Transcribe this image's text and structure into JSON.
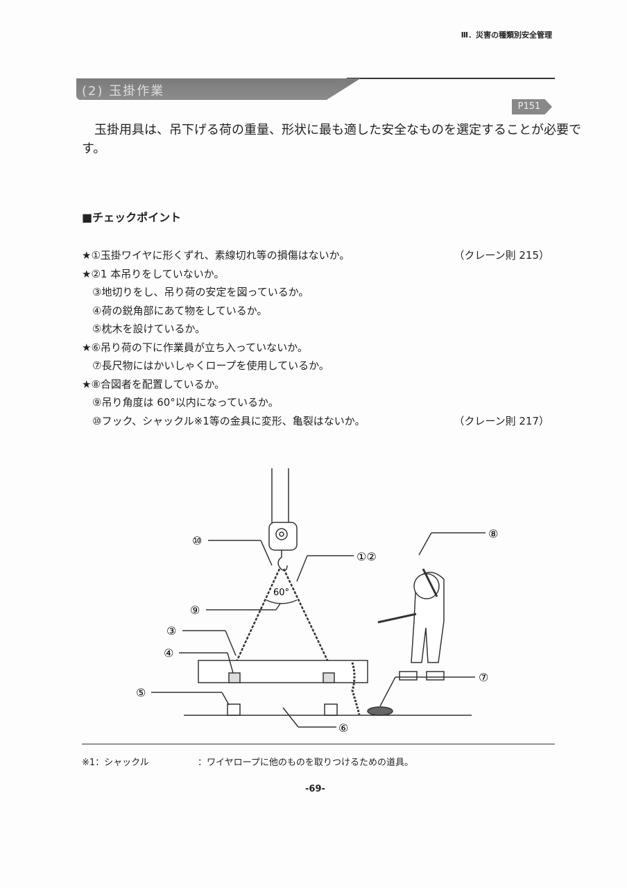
{
  "header": "Ⅲ．災害の種類別安全管理",
  "section_title": "(2) 玉掛作業",
  "page_ref": "P151",
  "intro": [
    "　玉掛用具は、吊下げる荷の重量、形状に最も適した安全なものを選定することが必要で",
    "す。"
  ],
  "checkpoint_heading": "■チェックポイント",
  "items": [
    {
      "text": "★①玉掛ワイヤに形くずれ、素線切れ等の損傷はないか。",
      "law": "（クレーン則 215）"
    },
    {
      "text": "★②1 本吊りをしていないか。"
    },
    {
      "text": "　③地切りをし、吊り荷の安定を図っているか。"
    },
    {
      "text": "　④荷の鋭角部にあて物をしているか。"
    },
    {
      "text": "　⑤枕木を設けているか。"
    },
    {
      "text": "★⑥吊り荷の下に作業員が立ち入っていないか。"
    },
    {
      "text": "　⑦長尺物にはかいしゃくロープを使用しているか。"
    },
    {
      "text": "★⑧合図者を配置しているか。"
    },
    {
      "text": "　⑨吊り角度は 60°以内になっているか。"
    },
    {
      "text": "　⑩フック、シャックル※1等の金具に変形、亀裂はないか。",
      "law": "（クレーン則 217）"
    }
  ],
  "diagram": {
    "l10": "⑩",
    "l12": "①②",
    "l8": "⑧",
    "angle": "60°",
    "l9": "⑨",
    "l3": "③",
    "l4": "④",
    "l5": "⑤",
    "l7": "⑦",
    "l6": "⑥"
  },
  "footnote": {
    "term": "※1：シャックル",
    "desc": "：ワイヤロープに他のものを取りつけるための道具。"
  },
  "page_number": "-69-"
}
